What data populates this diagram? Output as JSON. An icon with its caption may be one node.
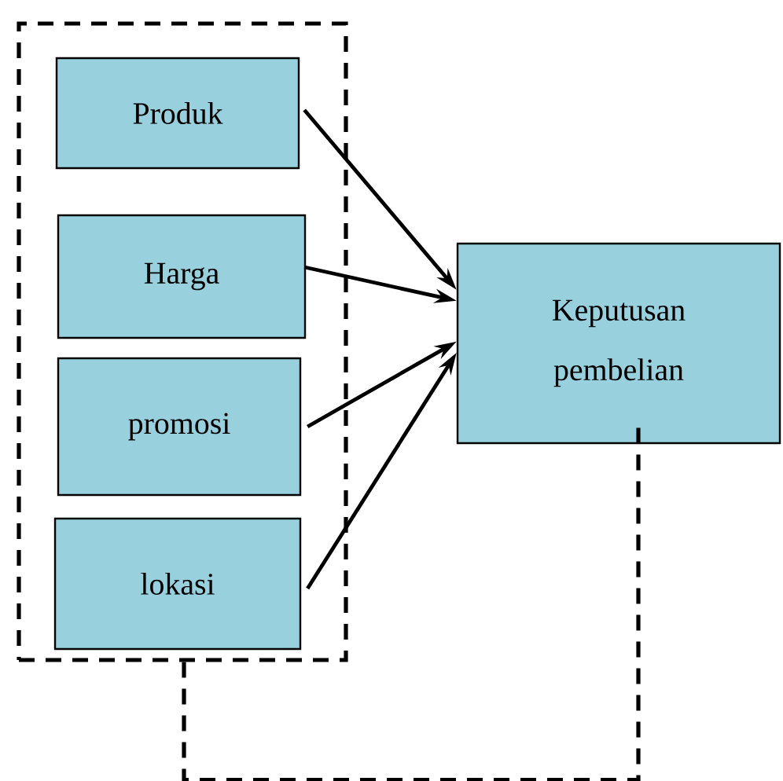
{
  "diagram": {
    "nodes": [
      {
        "text": [],
        "shape": "box"
      },
      {
        "text": [
          "Produk"
        ],
        "in": 0
      },
      {
        "text": [
          "Harga"
        ],
        "in": 0
      },
      {
        "text": [
          "promosi"
        ],
        "in": 0
      },
      {
        "text": [
          "lokasi"
        ],
        "in": 0
      },
      {
        "text": [
          "Keputusan pembelian"
        ]
      }
    ],
    "edges": [
      {
        "from": 1,
        "to": 5,
        "arrow": "to"
      },
      {
        "from": 2,
        "to": 5,
        "arrow": "to"
      },
      {
        "from": 3,
        "to": 5,
        "arrow": "to"
      },
      {
        "from": 4,
        "to": 5,
        "arrow": "to"
      },
      {
        "from": 0,
        "to": 5,
        "arrow": "none",
        "style": "dashed"
      }
    ]
  }
}
